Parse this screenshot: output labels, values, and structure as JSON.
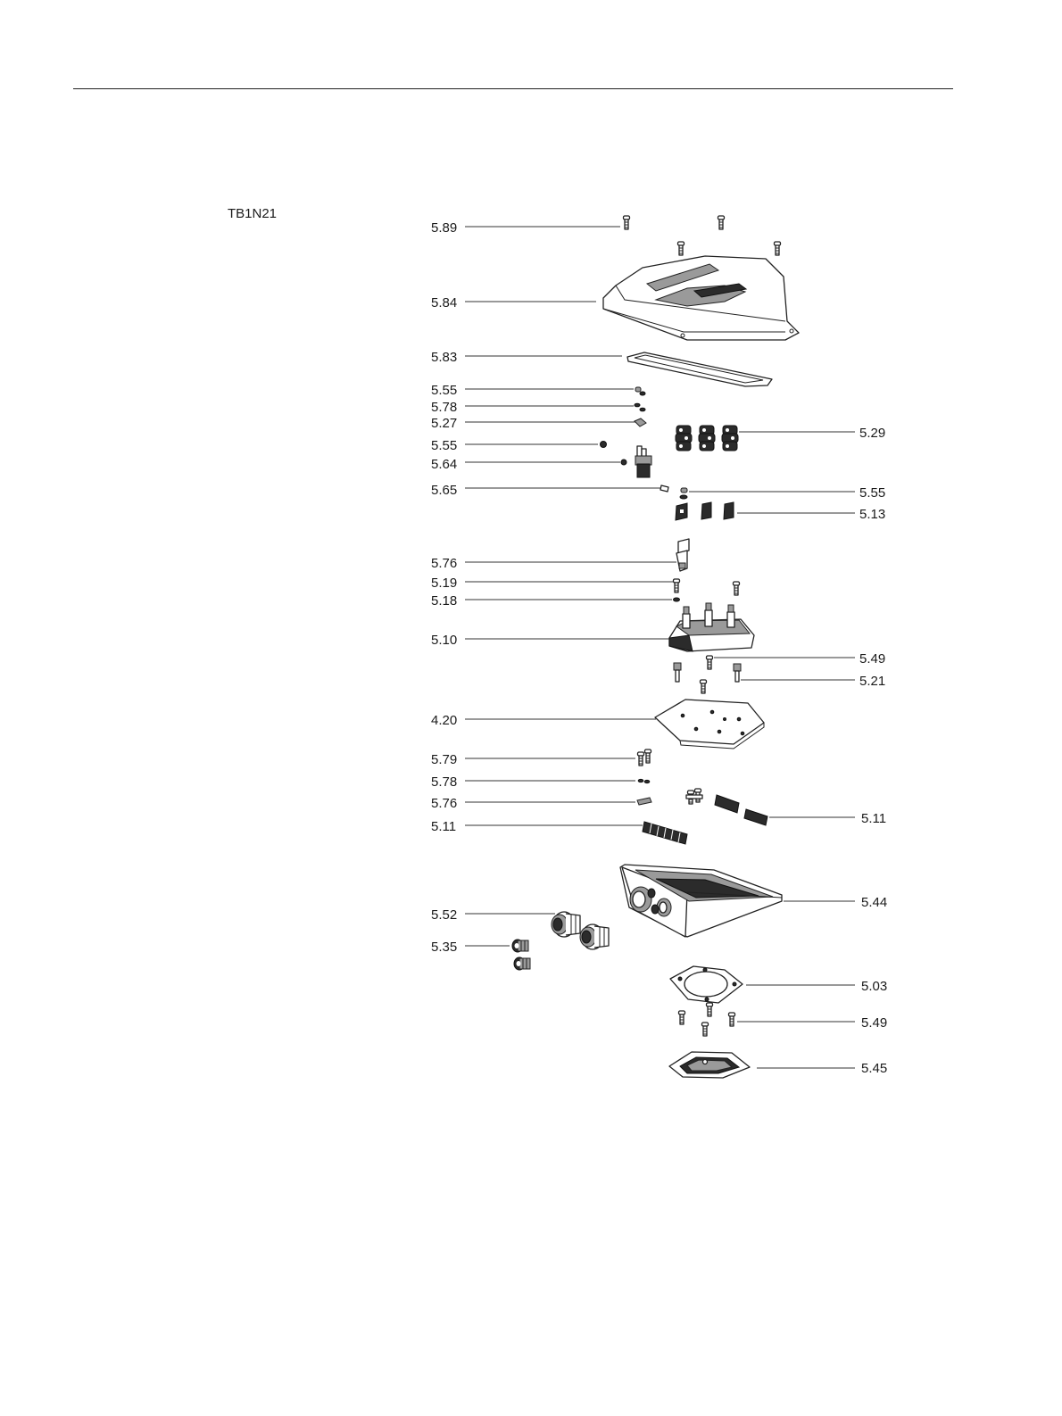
{
  "diagram": {
    "code": "TB1N21",
    "labels": {
      "l589": "5.89",
      "l584": "5.84",
      "l583": "5.83",
      "l555a": "5.55",
      "l578a": "5.78",
      "l527": "5.27",
      "l555b": "5.55",
      "l564": "5.64",
      "l565": "5.65",
      "l576a": "5.76",
      "l519": "5.19",
      "l518": "5.18",
      "l510": "5.10",
      "l420": "4.20",
      "l579": "5.79",
      "l578b": "5.78",
      "l576b": "5.76",
      "l511a": "5.11",
      "l552": "5.52",
      "l535": "5.35",
      "r529": "5.29",
      "r555": "5.55",
      "r513": "5.13",
      "r549a": "5.49",
      "r521": "5.21",
      "r511": "5.11",
      "r544": "5.44",
      "r503": "5.03",
      "r549b": "5.49",
      "r545": "5.45"
    }
  }
}
